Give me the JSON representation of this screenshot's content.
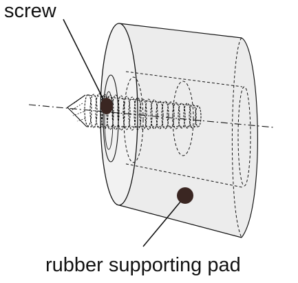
{
  "labels": {
    "screw": "screw",
    "pad": "rubber supporting pad"
  },
  "colors": {
    "line": "#111111",
    "pad_fill": "#ececec",
    "pad_face": "#f2f2f2",
    "marker": "#3a2622"
  },
  "components": [
    "screw",
    "rubber-supporting-pad",
    "center-axis",
    "leader-lines"
  ]
}
